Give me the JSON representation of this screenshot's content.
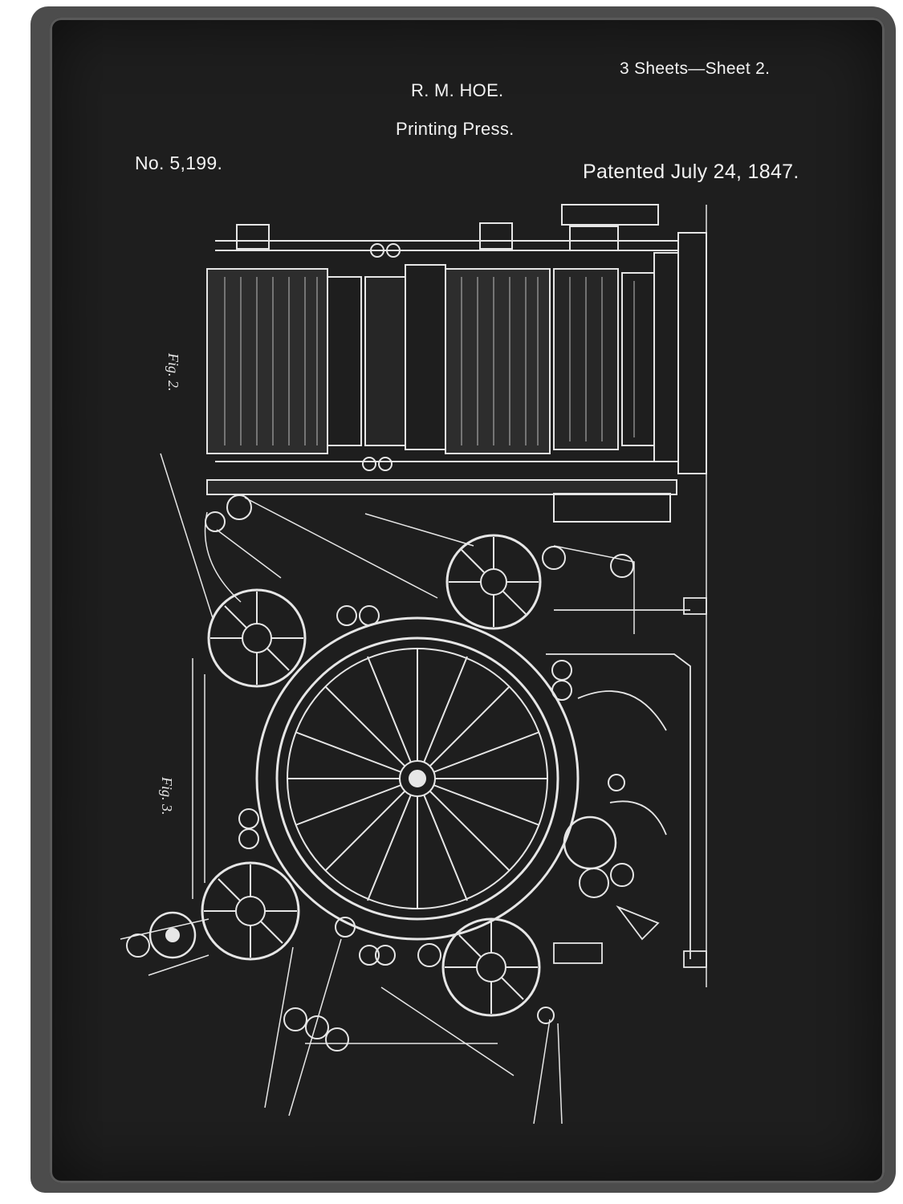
{
  "header": {
    "sheet": "3 Sheets—Sheet 2.",
    "inventor": "R. M. HOE.",
    "title": "Printing Press.",
    "number": "No. 5,199.",
    "patented": "Patented July 24, 1847."
  },
  "figures": {
    "fig2": "Fig. 2.",
    "fig3": "Fig. 3."
  },
  "colors": {
    "background": "#1e1e1e",
    "border": "#4c4c4c",
    "ink": "#f2f2f2"
  }
}
